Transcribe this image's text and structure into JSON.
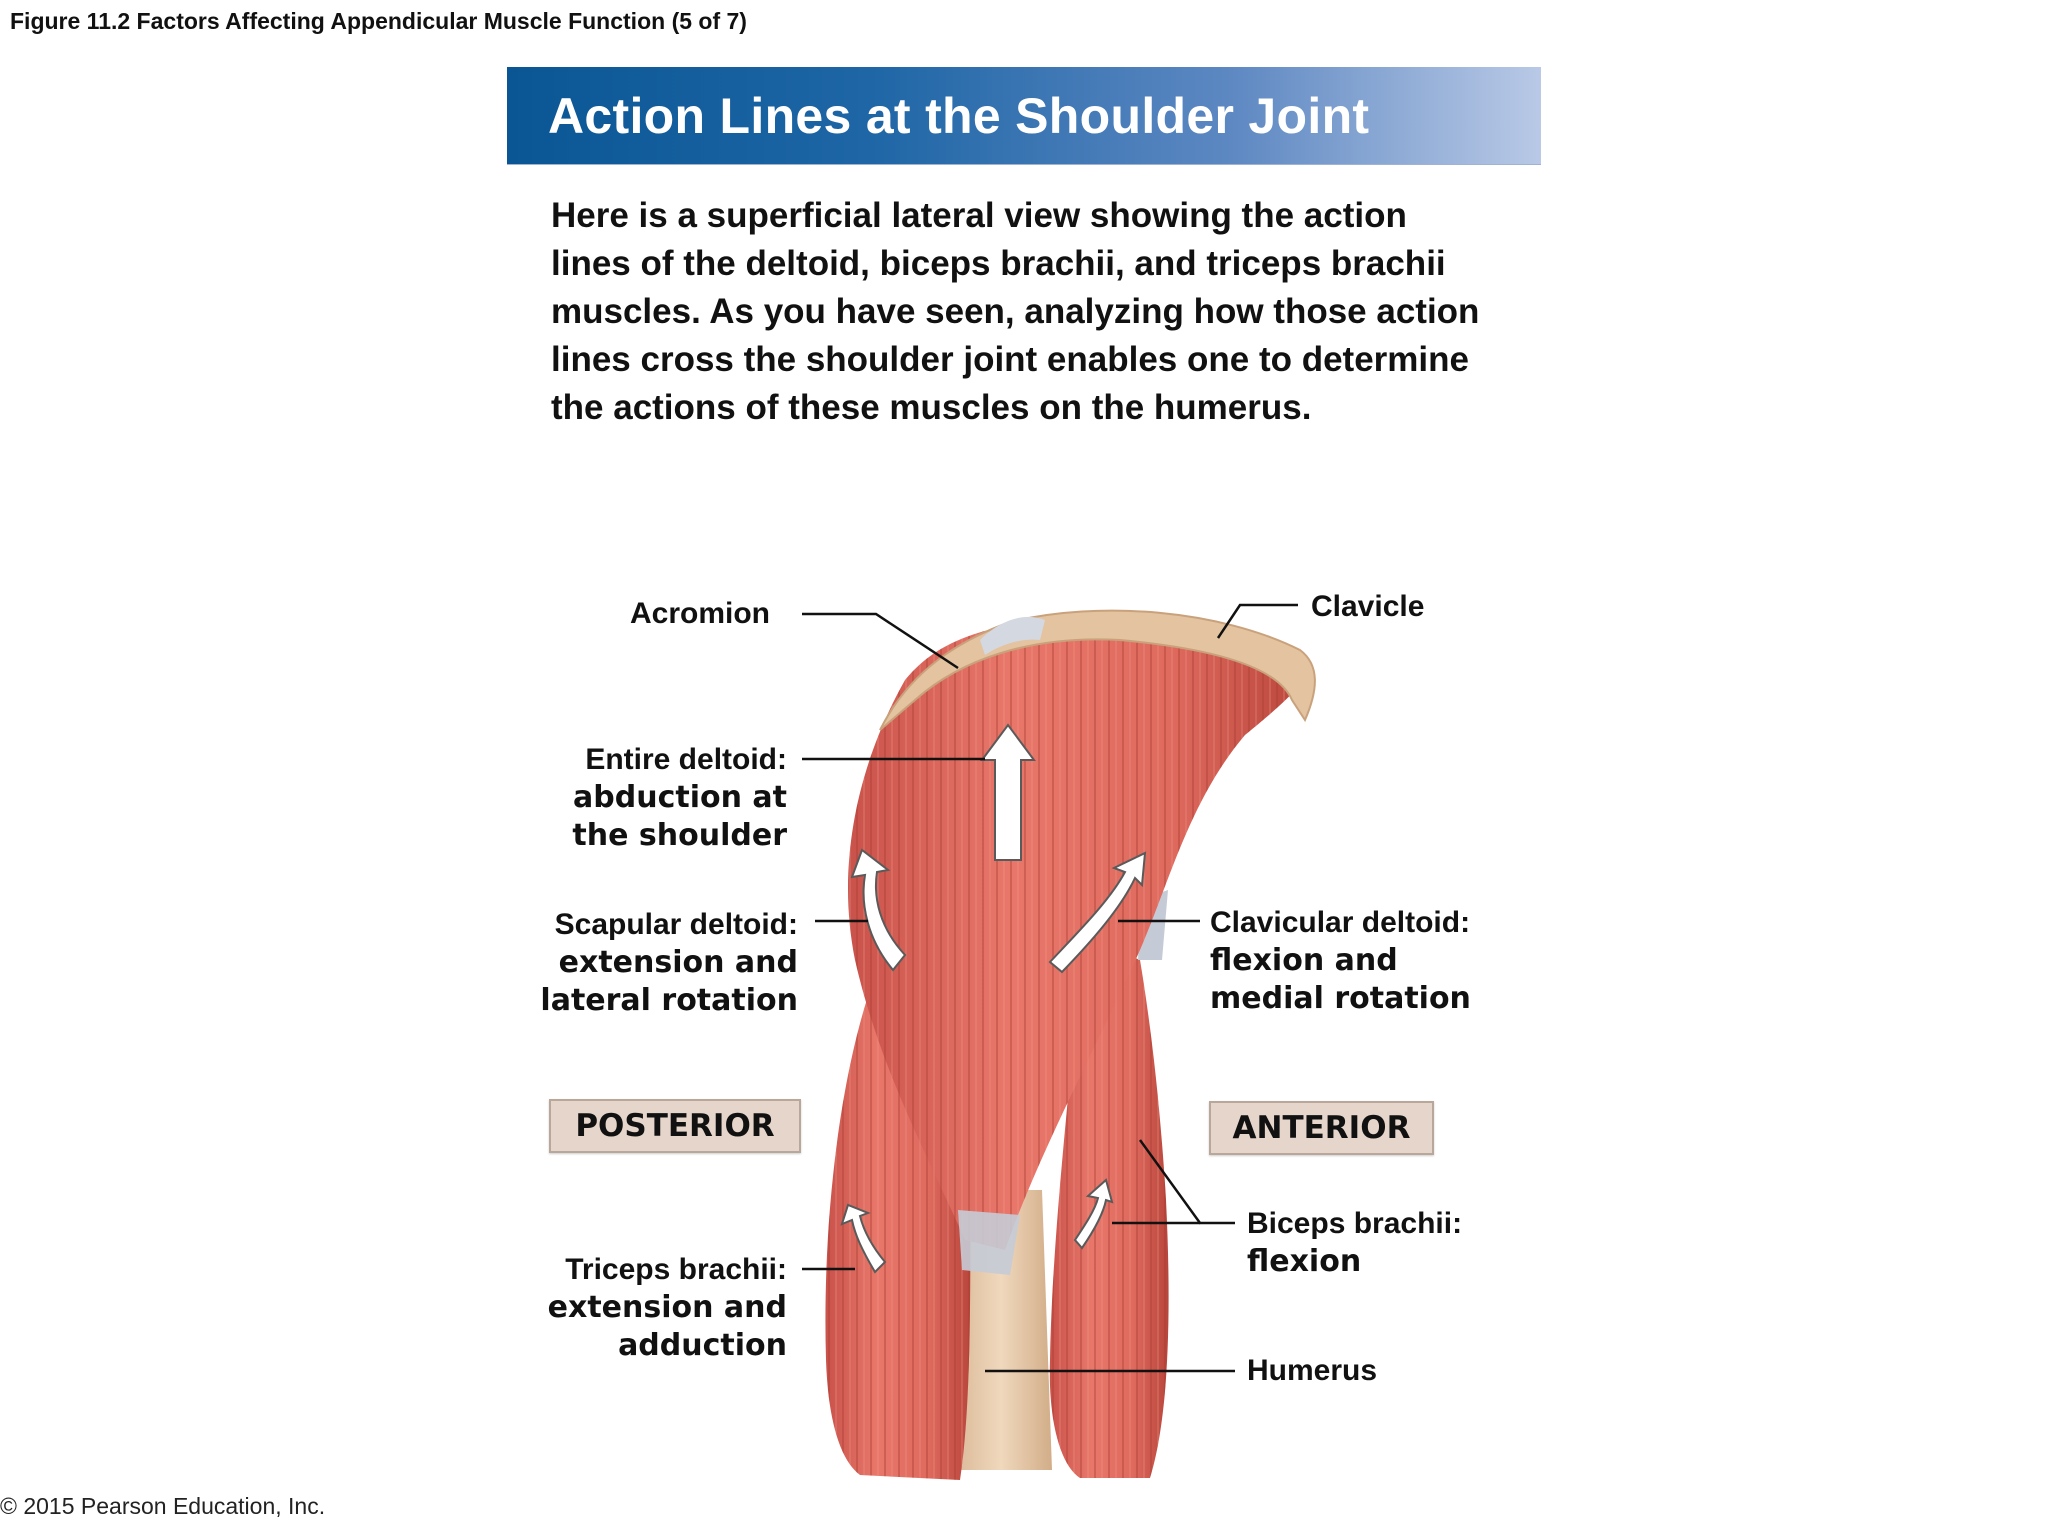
{
  "figure_caption": "Figure 11.2 Factors Affecting Appendicular Muscle Function (5 of 7)",
  "banner_title": "Action Lines at the Shoulder Joint",
  "intro_text": "Here is a superficial lateral view showing the action lines of the deltoid, biceps brachii, and triceps brachii muscles. As you have seen, analyzing how those action lines cross the shoulder joint enables one to determine the actions of these muscles on the humerus.",
  "labels": {
    "acromion": "Acromion",
    "clavicle": "Clavicle",
    "entire_deltoid": {
      "name": "Entire deltoid:",
      "action1": "abduction at",
      "action2": "the shoulder"
    },
    "scapular_deltoid": {
      "name": "Scapular deltoid:",
      "action1": "extension and",
      "action2": "lateral rotation"
    },
    "clavicular_deltoid": {
      "name": "Clavicular deltoid:",
      "action1": "flexion and",
      "action2": "medial rotation"
    },
    "triceps": {
      "name": "Triceps brachii:",
      "action1": "extension and",
      "action2": "adduction"
    },
    "biceps": {
      "name": "Biceps brachii:",
      "action1": "flexion"
    },
    "humerus": "Humerus"
  },
  "tags": {
    "posterior": "POSTERIOR",
    "anterior": "ANTERIOR"
  },
  "copyright": "© 2015 Pearson Education, Inc.",
  "colors": {
    "muscle": "#df6a5e",
    "muscle_dark": "#b8453b",
    "bone": "#e8c9a9",
    "tendon": "#c9ced8",
    "banner_start": "#0a5694",
    "banner_end": "#b9c9e6",
    "tag_bg": "#e6d5cb"
  }
}
